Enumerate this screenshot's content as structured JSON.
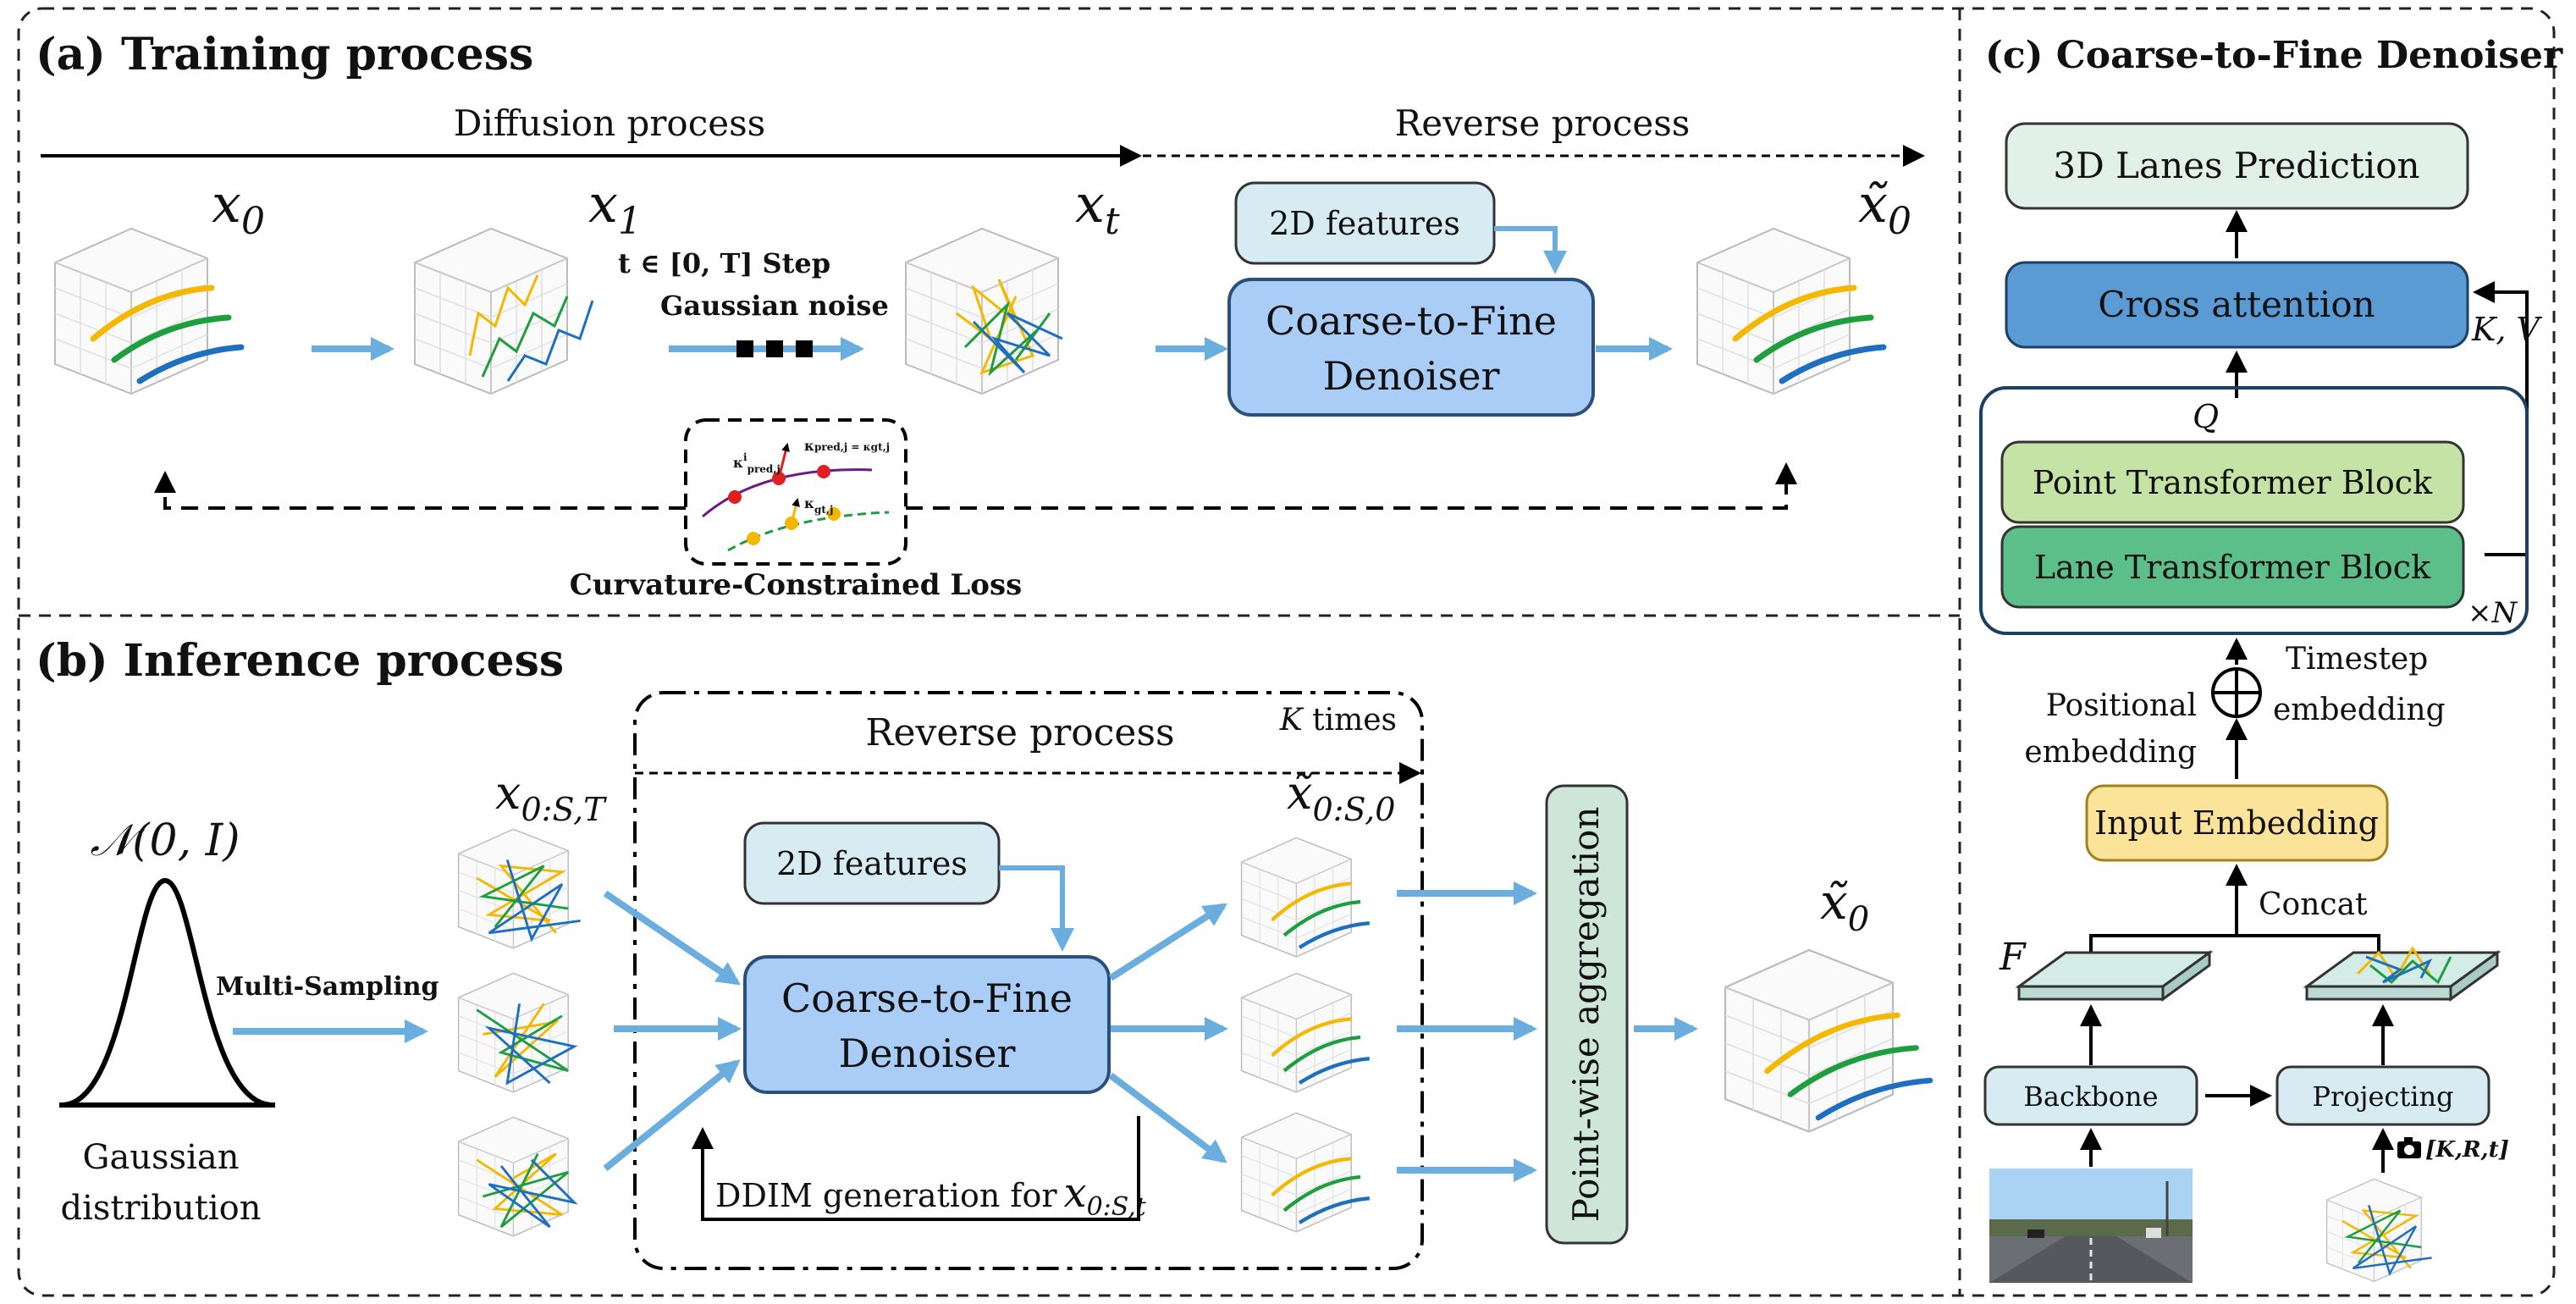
{
  "panel_a": {
    "title": "(a) Training process",
    "diffusion_label": "Diffusion process",
    "reverse_label": "Reverse process",
    "x0": "x",
    "x0_sub": "0",
    "x1": "x",
    "x1_sub": "1",
    "xt": "x",
    "xt_sub": "t",
    "x0_tilde": "x̃",
    "x0_tilde_sub": "0",
    "step_label": "t ∈ [0, T] Step",
    "noise_label": "Gaussian noise",
    "features_2d": "2D features",
    "denoiser_line1": "Coarse-to-Fine",
    "denoiser_line2": "Denoiser",
    "loss_label": "Curvature-Constrained Loss",
    "kappa_pred": "κ",
    "kappa_pred_sup": "i",
    "kappa_pred_sub": "pred,j",
    "kappa_eq": "κ",
    "kappa_eq_text": "pred,j = κ",
    "kappa_eq_tail": "gt,j",
    "kappa_gt": "κ",
    "kappa_gt_sub": "gt,j"
  },
  "panel_b": {
    "title": "(b) Inference process",
    "normal": "𝒩(0, I)",
    "gaussian_line1": "Gaussian",
    "gaussian_line2": "distribution",
    "multi_sampling": "Multi-Sampling",
    "x_in": "x",
    "x_in_sub": "0:S,T",
    "reverse_label": "Reverse process",
    "k_times": "K times",
    "features_2d": "2D features",
    "denoiser_line1": "Coarse-to-Fine",
    "denoiser_line2": "Denoiser",
    "ddim": "DDIM generation for",
    "ddim_x": "x",
    "ddim_sub": "0:S,t",
    "x_out": "x̃",
    "x_out_sub": "0:S,0",
    "aggregation": "Point-wise aggregation",
    "final": "x̃",
    "final_sub": "0"
  },
  "panel_c": {
    "title": "(c) Coarse-to-Fine Denoiser",
    "prediction": "3D Lanes Prediction",
    "cross_attention": "Cross attention",
    "kv": "K, V",
    "q": "Q",
    "point_block": "Point Transformer Block",
    "lane_block": "Lane Transformer Block",
    "times_n": "×N",
    "positional_line1": "Positional",
    "positional_line2": "embedding",
    "timestep_line1": "Timestep",
    "timestep_line2": "embedding",
    "input_embedding": "Input Embedding",
    "concat": "Concat",
    "f_label": "F",
    "backbone": "Backbone",
    "projecting": "Projecting",
    "camera_params": "[K,R,t]",
    "camera_icon": "camera-icon"
  },
  "colors": {
    "lane_yellow": "#f5b800",
    "lane_green": "#1e9e3e",
    "lane_blue": "#1f6fc0",
    "arrow_blue": "#6aaee0",
    "denoiser_fill": "#a9cdf7",
    "features_fill": "#d7ebf3",
    "cross_attn_fill": "#5b9bd5",
    "point_block_fill": "#c5e3a4",
    "lane_block_fill": "#5cbf8a",
    "input_emb_fill": "#fbe39a",
    "prediction_fill": "#e2f0ea",
    "aggregation_fill": "#cde6d8"
  }
}
